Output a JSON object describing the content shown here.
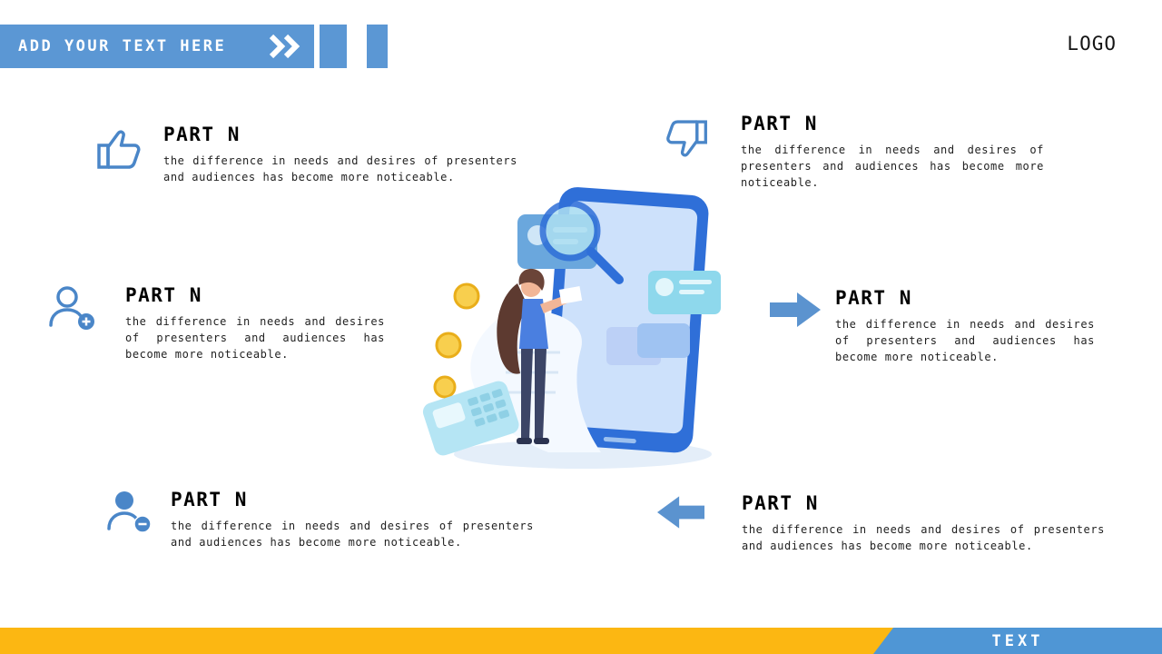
{
  "header": {
    "banner_text": "ADD YOUR TEXT HERE",
    "banner_icon": "double-chevron-right-icon",
    "logo_text": "LOGO"
  },
  "footer": {
    "label": "TEXT"
  },
  "colors": {
    "banner_blue": "#5b97d4",
    "icon_blue": "#4a86c8",
    "arrow_blue": "#5b93cf",
    "footer_yellow": "#fcb712",
    "footer_blue": "#4f96d5"
  },
  "parts": [
    {
      "icon": "thumbs-up-icon",
      "title": "PART N",
      "body": "the difference in needs and desires of presenters and audiences has become more noticeable."
    },
    {
      "icon": "thumbs-down-icon",
      "title": "PART N",
      "body": "the difference in needs and desires of presenters and audiences has become more noticeable."
    },
    {
      "icon": "add-user-icon",
      "title": "PART N",
      "body": "the difference in needs and desires of presenters and audiences has become more noticeable."
    },
    {
      "icon": "arrow-right-icon",
      "title": "PART N",
      "body": "the difference in needs and desires of presenters and audiences has become more noticeable."
    },
    {
      "icon": "remove-user-icon",
      "title": "PART N",
      "body": "the difference in needs and desires of presenters and audiences has become more noticeable."
    },
    {
      "icon": "arrow-left-icon",
      "title": "PART N",
      "body": "the difference in needs and desires of presenters and audiences has become more noticeable."
    }
  ],
  "illustration": {
    "name": "woman-searching-profiles-on-large-phone"
  }
}
